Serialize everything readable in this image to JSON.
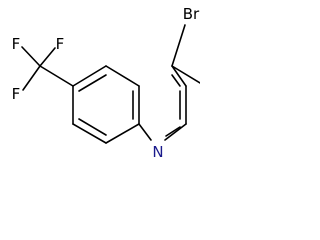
{
  "molecule": {
    "atoms": [
      {
        "id": "br",
        "symbol": "Br",
        "label": "Br",
        "color": "#000000"
      },
      {
        "id": "n",
        "symbol": "N",
        "label": "N",
        "color": "#1a1a8c"
      },
      {
        "id": "f1",
        "symbol": "F",
        "label": "F",
        "color": "#000000"
      },
      {
        "id": "f2",
        "symbol": "F",
        "label": "F",
        "color": "#000000"
      },
      {
        "id": "f3",
        "symbol": "F",
        "label": "F",
        "color": "#000000"
      }
    ],
    "bond_color": "#000000"
  }
}
